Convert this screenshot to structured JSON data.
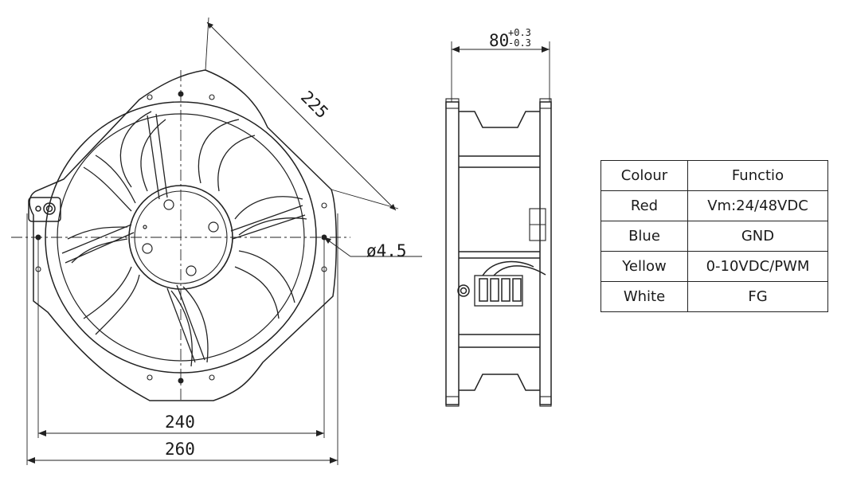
{
  "dimensions": {
    "front_diagonal": "225",
    "hole_diameter": "ø4.5",
    "hole_pitch": "240",
    "overall_width": "260",
    "depth": "80",
    "depth_tol_plus": "+0.3",
    "depth_tol_minus": "-0.3"
  },
  "table": {
    "header": [
      "Colour",
      "Functio"
    ],
    "rows": [
      [
        "Red",
        "Vm:24/48VDC"
      ],
      [
        "Blue",
        "GND"
      ],
      [
        "Yellow",
        "0-10VDC/PWM"
      ],
      [
        "White",
        "FG"
      ]
    ]
  }
}
